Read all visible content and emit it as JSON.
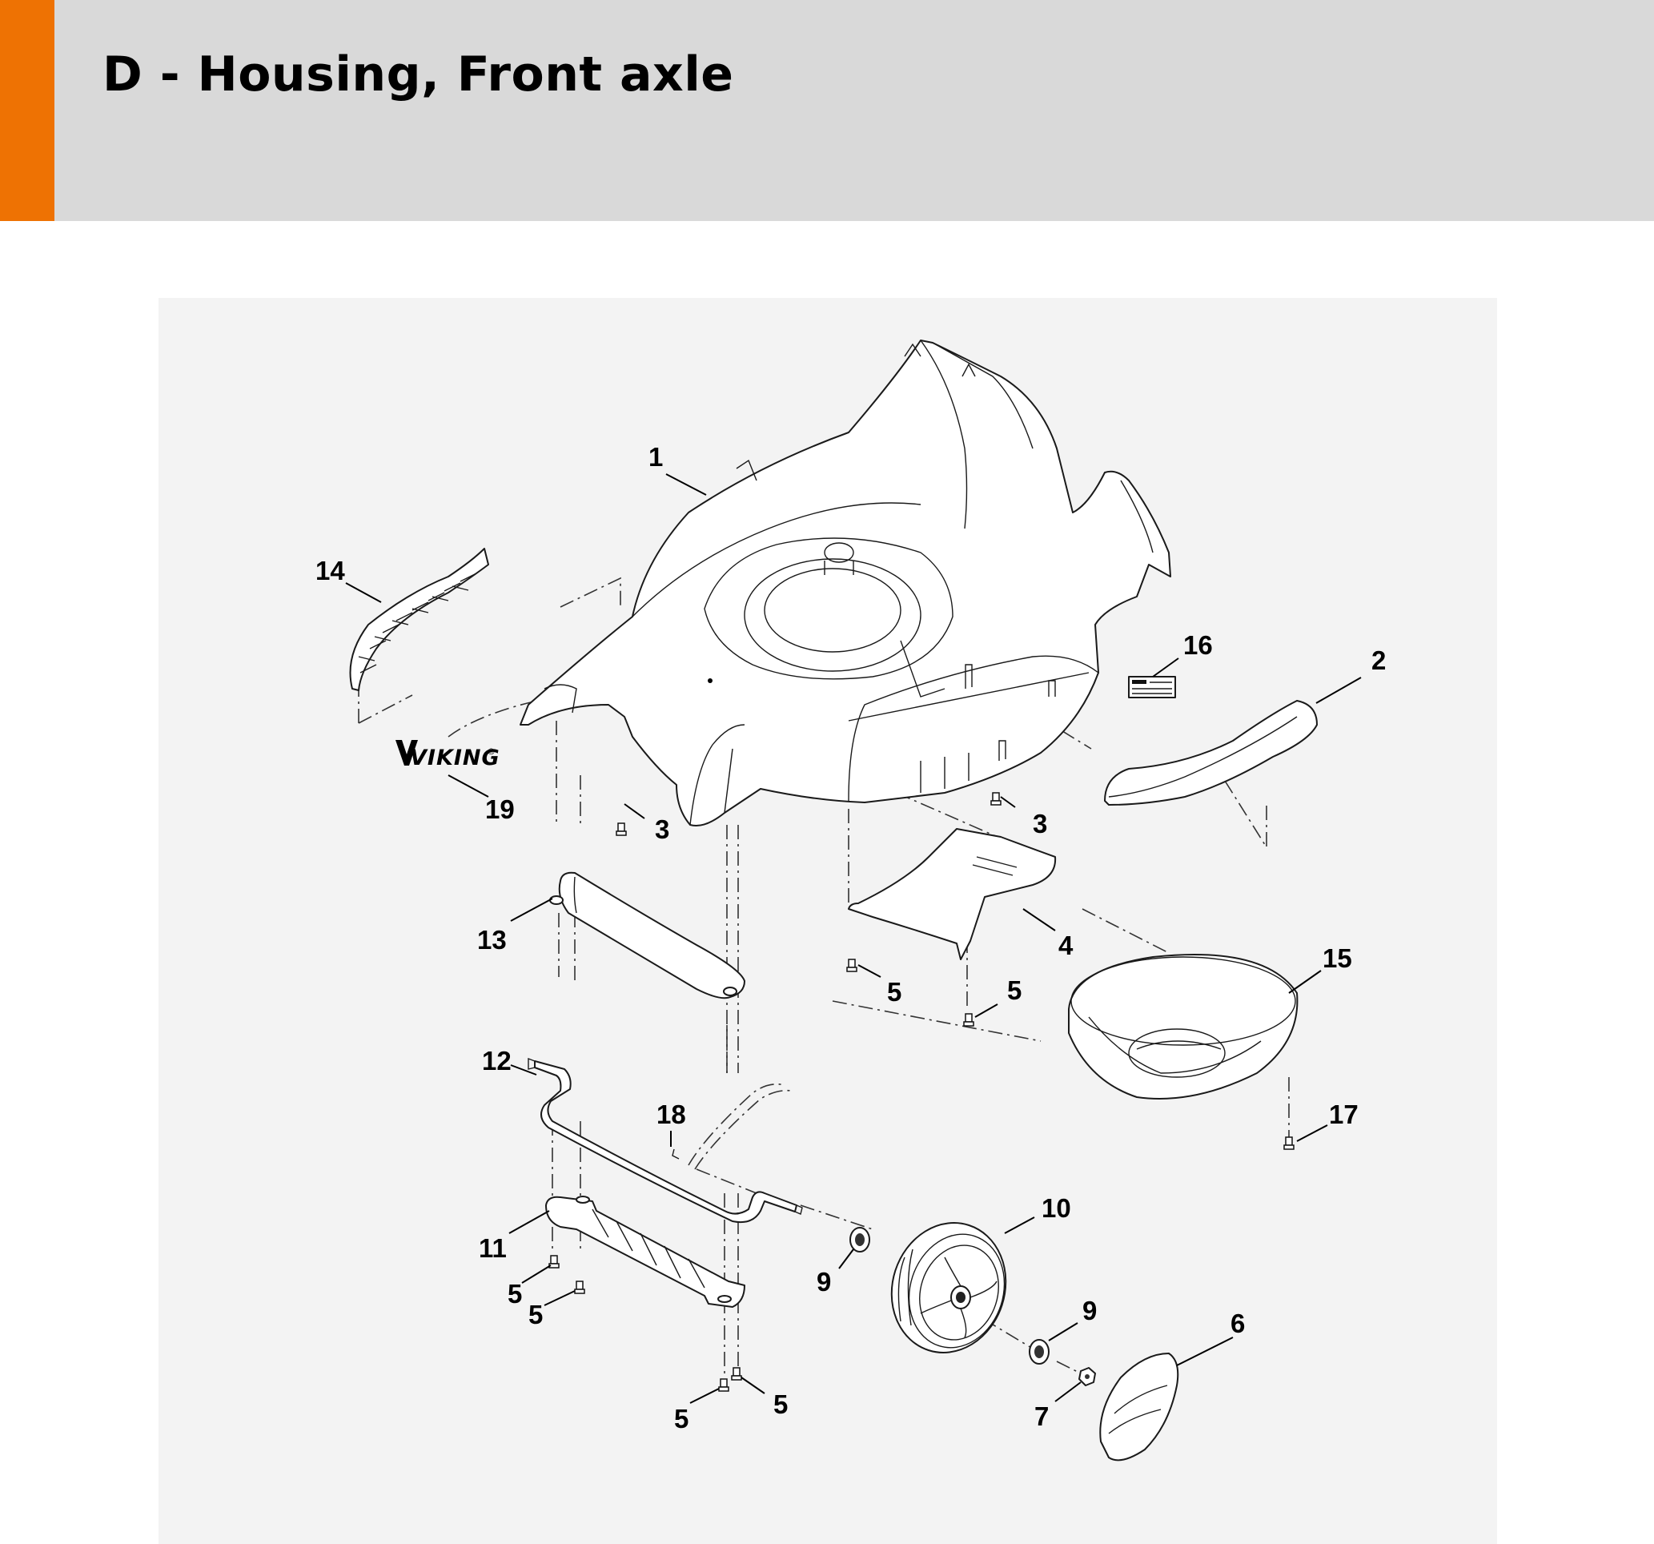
{
  "header": {
    "title": "D - Housing, Front axle",
    "accent_color": "#ee7203",
    "background_color": "#d9d9d9"
  },
  "diagram": {
    "callouts": [
      {
        "id": "c1",
        "label": "1"
      },
      {
        "id": "c14",
        "label": "14"
      },
      {
        "id": "c16",
        "label": "16"
      },
      {
        "id": "c2",
        "label": "2"
      },
      {
        "id": "c19",
        "label": "19"
      },
      {
        "id": "c3a",
        "label": "3"
      },
      {
        "id": "c3b",
        "label": "3"
      },
      {
        "id": "c13",
        "label": "13"
      },
      {
        "id": "c4",
        "label": "4"
      },
      {
        "id": "c5a",
        "label": "5"
      },
      {
        "id": "c5b",
        "label": "5"
      },
      {
        "id": "c15",
        "label": "15"
      },
      {
        "id": "c12",
        "label": "12"
      },
      {
        "id": "c18",
        "label": "18"
      },
      {
        "id": "c17",
        "label": "17"
      },
      {
        "id": "c10",
        "label": "10"
      },
      {
        "id": "c11",
        "label": "11"
      },
      {
        "id": "c9a",
        "label": "9"
      },
      {
        "id": "c5c",
        "label": "5"
      },
      {
        "id": "c5d",
        "label": "5"
      },
      {
        "id": "c9b",
        "label": "9"
      },
      {
        "id": "c6",
        "label": "6"
      },
      {
        "id": "c5e",
        "label": "5"
      },
      {
        "id": "c5f",
        "label": "5"
      },
      {
        "id": "c7",
        "label": "7"
      }
    ],
    "logo": {
      "text": "VIKING",
      "mark": "®"
    }
  }
}
